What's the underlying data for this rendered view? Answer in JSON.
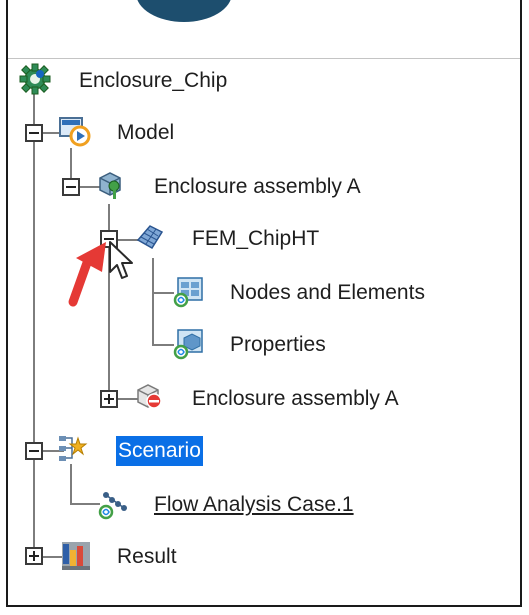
{
  "tree": {
    "root": {
      "label": "Enclosure_Chip",
      "icon": "gear-icon"
    },
    "model": {
      "label": "Model",
      "icon": "model-analysis-icon",
      "expanded": true
    },
    "assembly_a": {
      "label": "Enclosure assembly A",
      "icon": "assembly-key-icon",
      "expanded": true
    },
    "fem_chipht": {
      "label": "FEM_ChipHT",
      "icon": "fem-mesh-icon",
      "expanded": true
    },
    "nodes_elements": {
      "label": "Nodes and Elements",
      "icon": "nodes-elements-icon"
    },
    "properties": {
      "label": "Properties",
      "icon": "properties-icon"
    },
    "assembly_a2": {
      "label": "Enclosure assembly A",
      "icon": "deactivated-assembly-icon",
      "expanded": false
    },
    "scenario": {
      "label": "Scenario",
      "icon": "scenario-icon",
      "expanded": true,
      "selected": true
    },
    "flow_case": {
      "label": "Flow Analysis Case.1",
      "icon": "flow-analysis-icon"
    },
    "result": {
      "label": "Result",
      "icon": "result-icon",
      "expanded": false
    }
  },
  "colors": {
    "selection": "#0a6fe6",
    "annotation_arrow": "#e53935",
    "tree_line": "#7d7d7d"
  }
}
